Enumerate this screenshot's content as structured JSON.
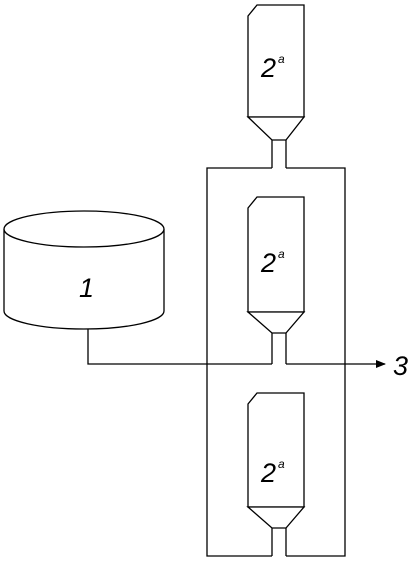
{
  "diagram": {
    "nodes": [
      {
        "id": "tank",
        "shape": "cylinder",
        "label": "1"
      },
      {
        "id": "hopper-top",
        "shape": "hopper",
        "label": "2",
        "superscript": "a"
      },
      {
        "id": "hopper-middle",
        "shape": "hopper",
        "label": "2",
        "superscript": "a"
      },
      {
        "id": "hopper-bottom",
        "shape": "hopper",
        "label": "2",
        "superscript": "a"
      }
    ],
    "output": {
      "label": "3",
      "direction": "right"
    },
    "colors": {
      "line": "#000000",
      "background": "#ffffff"
    }
  }
}
